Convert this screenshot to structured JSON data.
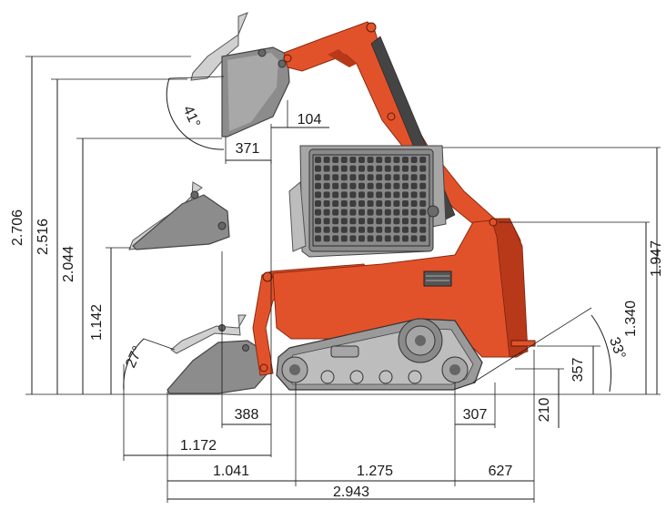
{
  "diagram": {
    "subject": "compact track loader dimension drawing",
    "colors": {
      "body": "#e2522a",
      "body_dark": "#b8381a",
      "bucket": "#8c8c8c",
      "bucket_light": "#c8c8c8",
      "track": "#9a9a9a",
      "cab": "#a6a6a6",
      "line": "#1a1a1a"
    },
    "heights": {
      "h_2706": "2.706",
      "h_2516": "2.516",
      "h_2044": "2.044",
      "h_1142": "1.142",
      "h_1947": "1.947",
      "h_1340": "1.340",
      "h_357": "357",
      "h_210": "210"
    },
    "horizontal": {
      "d_104": "104",
      "d_371": "371",
      "d_388": "388",
      "d_1172": "1.172",
      "d_1041": "1.041",
      "d_1275": "1.275",
      "d_627": "627",
      "d_307": "307",
      "d_2943": "2.943"
    },
    "angles": {
      "a_41": "41°",
      "a_27": "27°",
      "a_33": "33°"
    }
  }
}
